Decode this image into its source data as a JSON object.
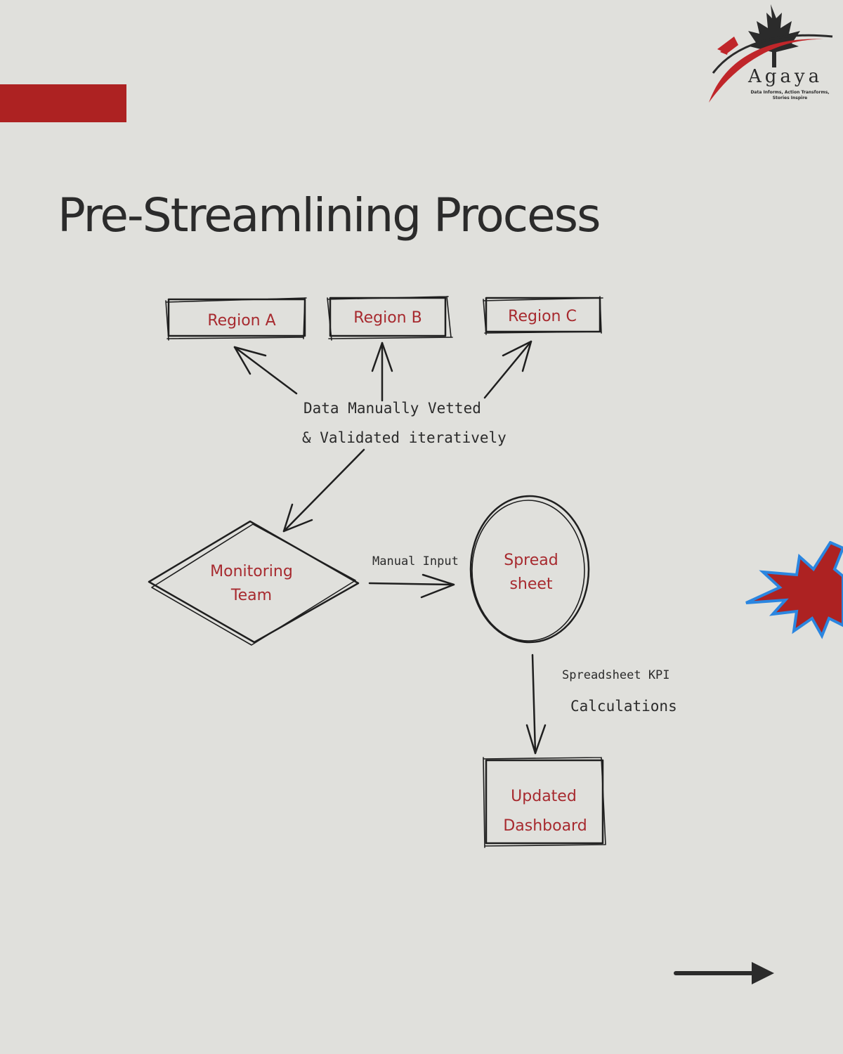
{
  "logo": {
    "wordmark": "Agaya",
    "tagline_line1": "Data Informs, Action Transforms,",
    "tagline_line2": "Stories Inspire"
  },
  "title": "Pre-Streamlining Process",
  "nodes": {
    "region_a": "Region A",
    "region_b": "Region B",
    "region_c": "Region C",
    "monitoring_team_line1": "Monitoring",
    "monitoring_team_line2": "Team",
    "spreadsheet_line1": "Spread",
    "spreadsheet_line2": "sheet",
    "dashboard_line1": "Updated",
    "dashboard_line2": "Dashboard"
  },
  "edges": {
    "vetted_line1": "Data Manually Vetted",
    "vetted_line2": "& Validated iteratively",
    "manual_input": "Manual Input",
    "kpi_line1": "Spreadsheet KPI",
    "kpi_line2": "Calculations"
  },
  "colors": {
    "background": "#e0e0dc",
    "accent_red": "#ad2222",
    "node_text": "#a72a2f",
    "ink": "#1f1f1f",
    "starburst_outline": "#2b86e0"
  },
  "icons": {
    "logo": "maple-leaf-logo-icon",
    "decoration": "starburst-icon",
    "navigation": "arrow-right-icon"
  }
}
